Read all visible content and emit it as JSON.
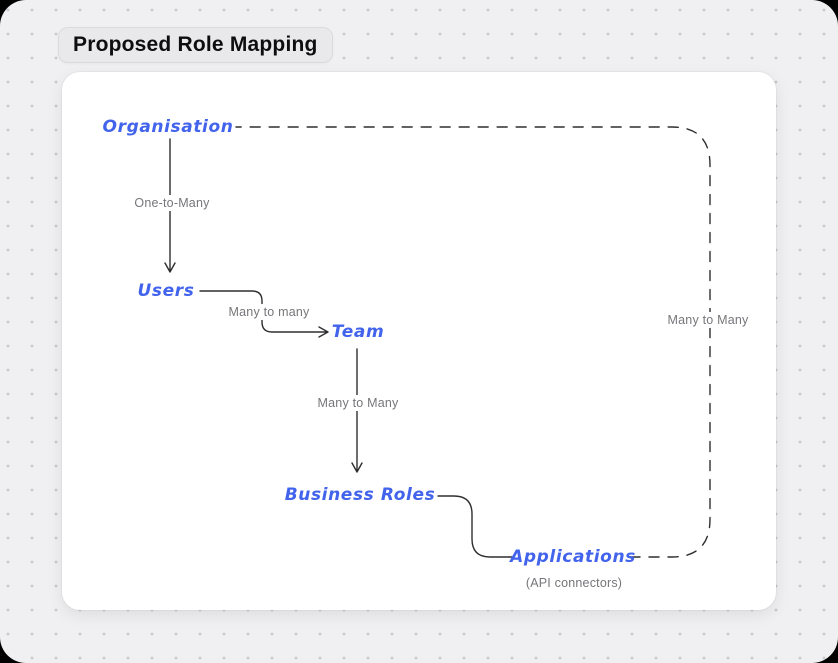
{
  "page_title": "Proposed Role Mapping",
  "colors": {
    "node_text": "#4263eb",
    "edge_label_text": "#76767b",
    "connector_stroke": "#2f2f31",
    "board_background": "#f0eff1",
    "canvas_background": "#ffffff",
    "title_pill_background": "#e9e8ea"
  },
  "diagram": {
    "nodes": [
      {
        "id": "organisation",
        "label": "Organisation"
      },
      {
        "id": "users",
        "label": "Users"
      },
      {
        "id": "team",
        "label": "Team"
      },
      {
        "id": "business-roles",
        "label": "Business Roles"
      },
      {
        "id": "applications",
        "label": "Applications"
      }
    ],
    "sublabels": [
      {
        "for": "applications",
        "label": "(API connectors)"
      }
    ],
    "edges": [
      {
        "from": "Organisation",
        "to": "Users",
        "label": "One-to-Many",
        "style": "solid-arrow"
      },
      {
        "from": "Users",
        "to": "Team",
        "label": "Many to many",
        "style": "solid-arrow"
      },
      {
        "from": "Team",
        "to": "Business Roles",
        "label": "Many to Many",
        "style": "solid-arrow"
      },
      {
        "from": "Business Roles",
        "to": "Applications",
        "label": "",
        "style": "solid"
      },
      {
        "from": "Organisation",
        "to": "Applications",
        "label": "Many to Many",
        "style": "dashed"
      }
    ]
  }
}
